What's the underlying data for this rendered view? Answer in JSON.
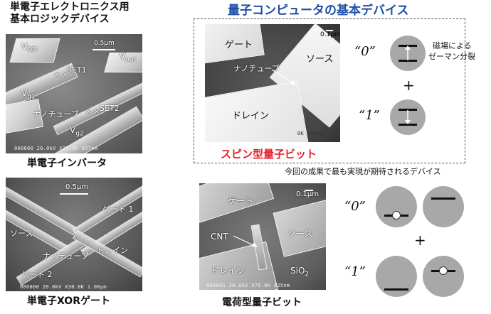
{
  "left": {
    "title_line1": "単電子エレクトロニクス用",
    "title_line2": "基本ロジックデバイス",
    "inverter": {
      "caption": "単電子インバータ",
      "vdd": "V",
      "vdd_sub": "DD",
      "vout": "V",
      "vout_sub": "out",
      "vg1": "V",
      "vg1_sub": "g1",
      "vg2": "V",
      "vg2_sub": "g2",
      "set1": "SET1",
      "set2": "SET2",
      "nanotube": "ナノチューブ",
      "scale": "0.5μm",
      "info": "000000  20.0kV  X35.0K  857nm"
    },
    "xor": {
      "caption": "単電子XORゲート",
      "gate1": "ゲート 1",
      "gate2": "ゲート 2",
      "source": "ソース",
      "drain": "ドレイン",
      "nanotube": "ナノチューブ",
      "scale": "0.5μm",
      "info": "000000  20.0kV  X30.0K  1.00μm"
    }
  },
  "right": {
    "title": "量子コンピュータの基本デバイス",
    "spin": {
      "caption": "スピン型量子ビット",
      "gate": "ゲート",
      "source": "ソース",
      "drain": "ドレイン",
      "nanotube": "ナノチューブ",
      "scale": "0.1μm",
      "info": "0K  500nm",
      "state0": "“0”",
      "state1": "“1”",
      "plus": "+",
      "zeeman_line1": "磁場による",
      "zeeman_line2": "ゼーマン分裂",
      "expectation": "今回の成果で最も実現が期待されるデバイス"
    },
    "charge": {
      "caption": "電荷型量子ビット",
      "gate": "ゲート",
      "source": "ソース",
      "drain": "ドレイン",
      "cnt": "CNT",
      "sio2": "SiO",
      "sio2_sub": "2",
      "scale": "0.1μm",
      "info": "000001  20.0kV  X70.0K  425nm",
      "state0": "“0”",
      "state1": "“1”",
      "plus": "+"
    }
  },
  "colors": {
    "title_blue": "#1f4fa8",
    "caption_red": "#e8212d"
  }
}
